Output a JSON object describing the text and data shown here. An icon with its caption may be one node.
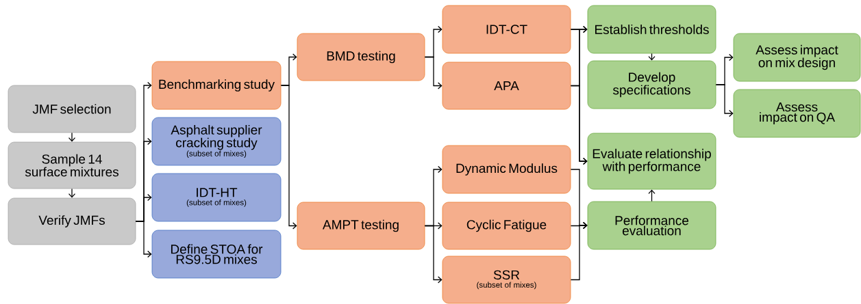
{
  "diagram": {
    "nodes": [
      {
        "text": [
          "JMF selection"
        ]
      },
      {
        "text": [
          "Sample 14 surface mixtures"
        ]
      },
      {
        "text": [
          "Verify JMFs"
        ]
      },
      {
        "text": [
          "Benchmarking study"
        ]
      },
      {
        "text": [
          "Asphalt supplier cracking study",
          "(subset of mixes)"
        ]
      },
      {
        "text": [
          "IDT-HT",
          "(subset of mixes)"
        ]
      },
      {
        "text": [
          "Define STOA for RS9.5D mixes"
        ]
      },
      {
        "text": [
          "BMD testing"
        ]
      },
      {
        "text": [
          "AMPT testing"
        ]
      },
      {
        "text": [
          "IDT-CT"
        ]
      },
      {
        "text": [
          "APA"
        ]
      },
      {
        "text": [
          "Dynamic Modulus"
        ]
      },
      {
        "text": [
          "Cyclic Fatigue"
        ]
      },
      {
        "text": [
          "SSR",
          "(subset of mixes)"
        ]
      },
      {
        "text": [
          "Establish thresholds"
        ]
      },
      {
        "text": [
          "Develop specifications"
        ]
      },
      {
        "text": [
          "Evaluate relationship with performance"
        ]
      },
      {
        "text": [
          "Performance evaluation"
        ]
      },
      {
        "text": [
          "Assess impact on mix design"
        ]
      },
      {
        "text": [
          "Assess impact on QA"
        ]
      }
    ],
    "edges": [
      {
        "from": 0,
        "to": 1,
        "arrow": "to"
      },
      {
        "from": 1,
        "to": 2,
        "arrow": "to"
      },
      {
        "from": 2,
        "to": 3,
        "arrow": "to"
      },
      {
        "from": 2,
        "to": 4,
        "arrow": "to"
      },
      {
        "from": 2,
        "to": 5,
        "arrow": "to"
      },
      {
        "from": 2,
        "to": 6,
        "arrow": "to"
      },
      {
        "from": 3,
        "to": 7,
        "arrow": "to"
      },
      {
        "from": 3,
        "to": 8,
        "arrow": "to"
      },
      {
        "from": 7,
        "to": 9,
        "arrow": "to"
      },
      {
        "from": 7,
        "to": 10,
        "arrow": "to"
      },
      {
        "from": 8,
        "to": 11,
        "arrow": "to"
      },
      {
        "from": 8,
        "to": 12,
        "arrow": "to"
      },
      {
        "from": 8,
        "to": 13,
        "arrow": "to"
      },
      {
        "from": 9,
        "to": 14,
        "arrow": "to"
      },
      {
        "from": 9,
        "to": 16,
        "arrow": "to"
      },
      {
        "from": 10,
        "to": 14,
        "arrow": "to"
      },
      {
        "from": 10,
        "to": 16,
        "arrow": "to"
      },
      {
        "from": 11,
        "to": 17,
        "arrow": "to"
      },
      {
        "from": 12,
        "to": 17,
        "arrow": "to"
      },
      {
        "from": 13,
        "to": 17,
        "arrow": "to"
      },
      {
        "from": 14,
        "to": 15,
        "arrow": "to"
      },
      {
        "from": 17,
        "to": 16,
        "arrow": "to"
      },
      {
        "from": 15,
        "to": 18,
        "arrow": "to"
      },
      {
        "from": 15,
        "to": 19,
        "arrow": "to"
      }
    ]
  }
}
